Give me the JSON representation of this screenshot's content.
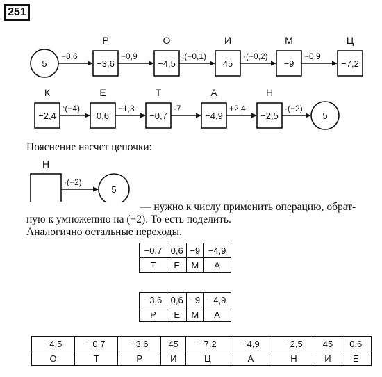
{
  "problem_number": "251",
  "chain_row1": [
    {
      "kind": "circle",
      "value": "5",
      "letter": ""
    },
    {
      "kind": "box",
      "value": "−3,6",
      "letter": "Р",
      "op": "−8,6"
    },
    {
      "kind": "box",
      "value": "−4,5",
      "letter": "О",
      "op": "−0,9"
    },
    {
      "kind": "box",
      "value": "45",
      "letter": "И",
      "op": ":(−0,1)"
    },
    {
      "kind": "box",
      "value": "−9",
      "letter": "М",
      "op": "·(−0,2)"
    },
    {
      "kind": "box",
      "value": "−7,2",
      "letter": "Ц",
      "op": "−0,9"
    }
  ],
  "chain_row2": [
    {
      "kind": "box",
      "value": "−2,4",
      "letter": "К"
    },
    {
      "kind": "box",
      "value": "0,6",
      "letter": "Е",
      "op": ":(−4)"
    },
    {
      "kind": "box",
      "value": "−0,7",
      "letter": "Т",
      "op": "−1,3"
    },
    {
      "kind": "box",
      "value": "−4,9",
      "letter": "А",
      "op": "·7"
    },
    {
      "kind": "box",
      "value": "−2,5",
      "letter": "Н",
      "op": "+2,4"
    },
    {
      "kind": "circle",
      "value": "5",
      "letter": "",
      "op": "·(−2)"
    }
  ],
  "explanation_heading": "Пояснение насчет цепочки:",
  "example": {
    "letter": "Н",
    "op": "·(−2)",
    "result": "5"
  },
  "explanation_line1": "— нужно к числу применить операцию, обрат-",
  "explanation_line2": "ную к умножению на (−2). То есть поделить.",
  "explanation_line3": "Аналогично остальные переходы.",
  "table_tema": {
    "numbers": [
      "−0,7",
      "0,6",
      "−9",
      "−4,9"
    ],
    "letters": [
      "Т",
      "Е",
      "М",
      "А"
    ]
  },
  "table_rema": {
    "numbers": [
      "−3,6",
      "0,6",
      "−9",
      "−4,9"
    ],
    "letters": [
      "Р",
      "Е",
      "М",
      "А"
    ]
  },
  "table_otricanie": {
    "numbers": [
      "−4,5",
      "−0,7",
      "−3,6",
      "45",
      "−7,2",
      "−4,9",
      "−2,5",
      "45",
      "0,6"
    ],
    "letters": [
      "О",
      "Т",
      "Р",
      "И",
      "Ц",
      "А",
      "Н",
      "И",
      "Е"
    ]
  }
}
